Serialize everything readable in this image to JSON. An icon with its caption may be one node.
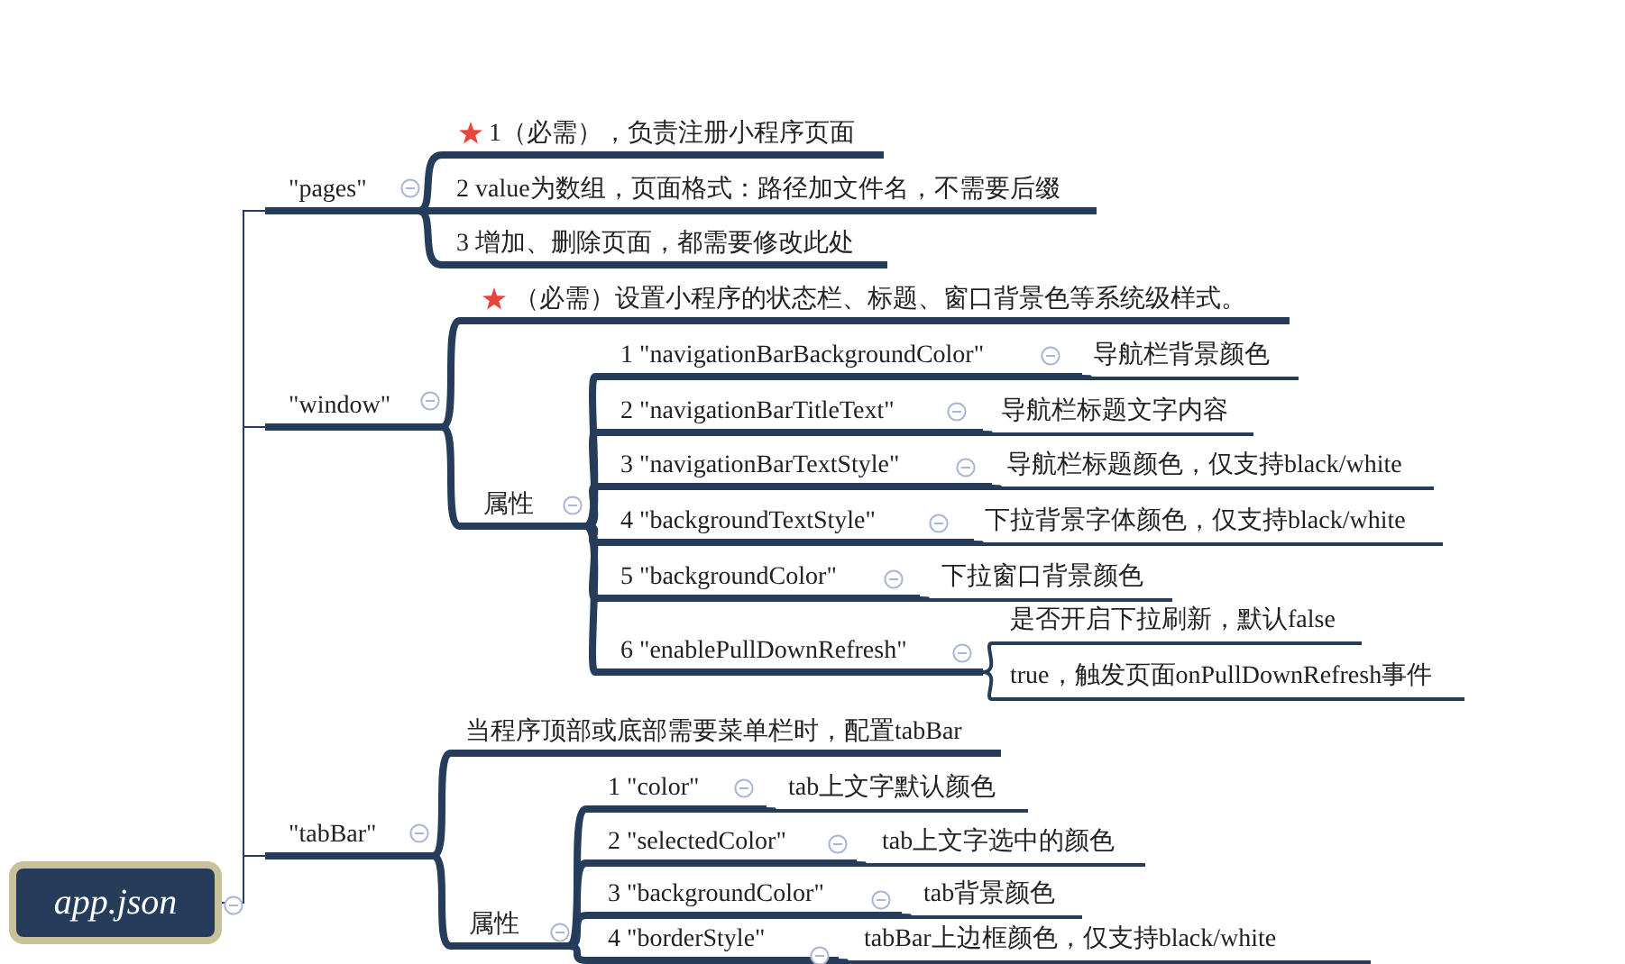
{
  "diagram": {
    "nodes": [
      {
        "text": [
          "app.json"
        ]
      },
      {
        "text": [
          "\"pages\""
        ]
      },
      {
        "text": [
          "1（必需），负责注册小程序页面"
        ]
      },
      {
        "text": [
          "2 value为数组，页面格式：路径加文件名，不需要后缀"
        ]
      },
      {
        "text": [
          "3 增加、删除页面，都需要修改此处"
        ]
      },
      {
        "text": [
          "\"window\""
        ]
      },
      {
        "text": [
          "（必需）设置小程序的状态栏、标题、窗口背景色等系统级样式。"
        ]
      },
      {
        "text": [
          "属性"
        ]
      },
      {
        "text": [
          "1 \"navigationBarBackgroundColor\""
        ]
      },
      {
        "text": [
          "导航栏背景颜色"
        ]
      },
      {
        "text": [
          "2 \"navigationBarTitleText\""
        ]
      },
      {
        "text": [
          "导航栏标题文字内容"
        ]
      },
      {
        "text": [
          "3 \"navigationBarTextStyle\""
        ]
      },
      {
        "text": [
          "导航栏标题颜色，仅支持black/white"
        ]
      },
      {
        "text": [
          "4 \"backgroundTextStyle\""
        ]
      },
      {
        "text": [
          "下拉背景字体颜色，仅支持black/white"
        ]
      },
      {
        "text": [
          "5 \"backgroundColor\""
        ]
      },
      {
        "text": [
          "下拉窗口背景颜色"
        ]
      },
      {
        "text": [
          "6 \"enablePullDownRefresh\""
        ]
      },
      {
        "text": [
          "是否开启下拉刷新，默认false"
        ]
      },
      {
        "text": [
          "true，触发页面onPullDownRefresh事件"
        ]
      },
      {
        "text": [
          "\"tabBar\""
        ]
      },
      {
        "text": [
          "当程序顶部或底部需要菜单栏时，配置tabBar"
        ]
      },
      {
        "text": [
          "属性"
        ]
      },
      {
        "text": [
          "1 \"color\""
        ]
      },
      {
        "text": [
          "tab上文字默认颜色"
        ]
      },
      {
        "text": [
          "2 \"selectedColor\""
        ]
      },
      {
        "text": [
          "tab上文字选中的颜色"
        ]
      },
      {
        "text": [
          "3 \"backgroundColor\""
        ]
      },
      {
        "text": [
          "tab背景颜色"
        ]
      },
      {
        "text": [
          "4 \"borderStyle\""
        ]
      },
      {
        "text": [
          "tabBar上边框颜色，仅支持black/white"
        ]
      }
    ],
    "edges": [
      {
        "from": 0,
        "to": 1,
        "arrow": "none"
      },
      {
        "from": 0,
        "to": 5,
        "arrow": "none"
      },
      {
        "from": 0,
        "to": 21,
        "arrow": "none"
      },
      {
        "from": 1,
        "to": 2,
        "arrow": "none"
      },
      {
        "from": 1,
        "to": 3,
        "arrow": "none"
      },
      {
        "from": 1,
        "to": 4,
        "arrow": "none"
      },
      {
        "from": 5,
        "to": 6,
        "arrow": "none"
      },
      {
        "from": 5,
        "to": 7,
        "arrow": "none"
      },
      {
        "from": 7,
        "to": 8,
        "arrow": "none"
      },
      {
        "from": 7,
        "to": 10,
        "arrow": "none"
      },
      {
        "from": 7,
        "to": 12,
        "arrow": "none"
      },
      {
        "from": 7,
        "to": 14,
        "arrow": "none"
      },
      {
        "from": 7,
        "to": 16,
        "arrow": "none"
      },
      {
        "from": 7,
        "to": 18,
        "arrow": "none"
      },
      {
        "from": 8,
        "to": 9,
        "arrow": "none"
      },
      {
        "from": 10,
        "to": 11,
        "arrow": "none"
      },
      {
        "from": 12,
        "to": 13,
        "arrow": "none"
      },
      {
        "from": 14,
        "to": 15,
        "arrow": "none"
      },
      {
        "from": 16,
        "to": 17,
        "arrow": "none"
      },
      {
        "from": 18,
        "to": 19,
        "arrow": "none"
      },
      {
        "from": 18,
        "to": 20,
        "arrow": "none"
      },
      {
        "from": 21,
        "to": 22,
        "arrow": "none"
      },
      {
        "from": 21,
        "to": 23,
        "arrow": "none"
      },
      {
        "from": 23,
        "to": 24,
        "arrow": "none"
      },
      {
        "from": 23,
        "to": 26,
        "arrow": "none"
      },
      {
        "from": 23,
        "to": 28,
        "arrow": "none"
      },
      {
        "from": 23,
        "to": 30,
        "arrow": "none"
      },
      {
        "from": 24,
        "to": 25,
        "arrow": "none"
      },
      {
        "from": 26,
        "to": 27,
        "arrow": "none"
      },
      {
        "from": 28,
        "to": 29,
        "arrow": "none"
      },
      {
        "from": 30,
        "to": 31,
        "arrow": "none"
      }
    ]
  }
}
